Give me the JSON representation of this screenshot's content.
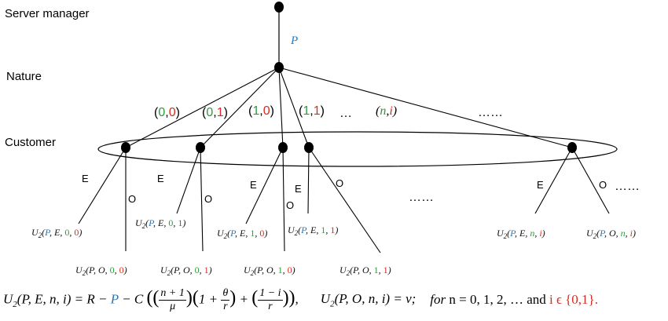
{
  "colors": {
    "blue": "#1f7ac4",
    "green": "#2e9a3c",
    "red": "#d92b20",
    "line": "#000000"
  },
  "rows": {
    "server": "Server manager",
    "nature": "Nature",
    "customer": "Customer"
  },
  "price_label": "P",
  "information_set_label": "……",
  "branch_indices": [
    {
      "a": "0",
      "b": "0",
      "a_color": "green",
      "b_color": "red"
    },
    {
      "a": "0",
      "b": "1",
      "a_color": "green",
      "b_color": "red"
    },
    {
      "a": "1",
      "b": "0",
      "a_color": "green",
      "b_color": "red"
    },
    {
      "a": "1",
      "b": "1",
      "a_color": "green",
      "b_color": "red"
    },
    {
      "a": "n",
      "b": "i",
      "a_color": "green",
      "b_color": "red"
    }
  ],
  "ellipsis_short": "…",
  "actions": {
    "E": "E",
    "O": "O"
  },
  "payoffs": [
    {
      "action": "E",
      "n": "0",
      "i": "0"
    },
    {
      "action": "O",
      "n": "0",
      "i": "0"
    },
    {
      "action": "E",
      "n": "0",
      "i": "1"
    },
    {
      "action": "O",
      "n": "0",
      "i": "1"
    },
    {
      "action": "E",
      "n": "1",
      "i": "0"
    },
    {
      "action": "O",
      "n": "1",
      "i": "0"
    },
    {
      "action": "E",
      "n": "1",
      "i": "1"
    },
    {
      "action": "O",
      "n": "1",
      "i": "1"
    },
    {
      "action": "E",
      "n": "n",
      "i": "i"
    },
    {
      "action": "O",
      "n": "n",
      "i": "i"
    }
  ],
  "payoff_prefix": "U",
  "payoff_sub": "2",
  "formula": {
    "lhs_E": "U",
    "rhs_E_parts": [
      "R",
      "P",
      "C"
    ],
    "n_plus_1": "n + 1",
    "mu": "μ",
    "theta": "θ",
    "r": "r",
    "one_minus_i": "1 − i",
    "rhs_O": "v",
    "for_text": "for",
    "n_range": "n = 0, 1, 2, … and",
    "i_set": "i ϵ {0,1}."
  }
}
